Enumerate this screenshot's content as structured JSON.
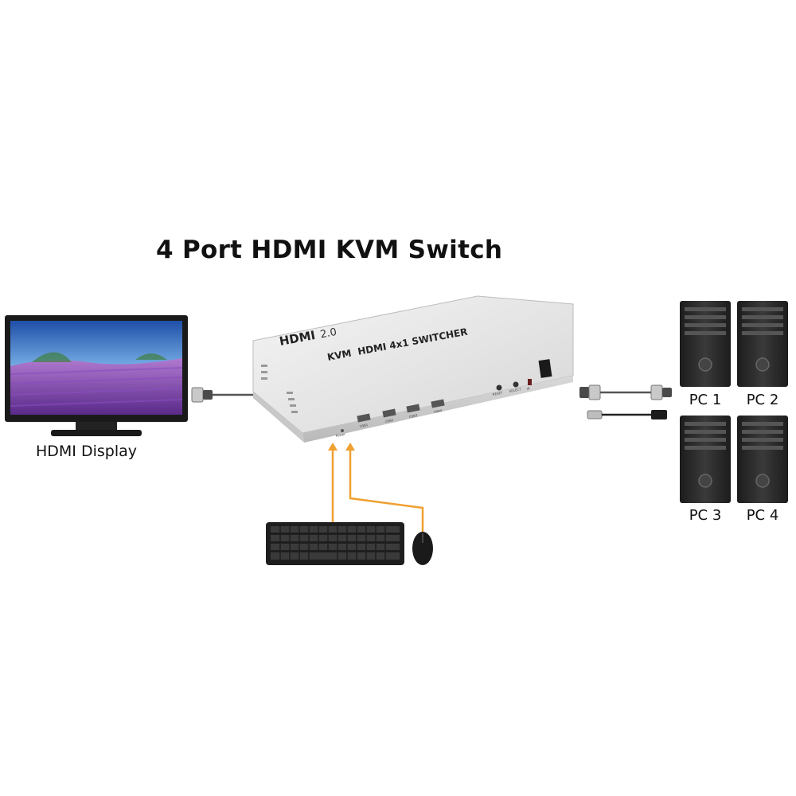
{
  "title": "4 Port HDMI KVM Switch",
  "display": {
    "label": "HDMI Display"
  },
  "switch": {
    "logo": "HDMI",
    "version": "2.0",
    "model": "KVM  HDMI 4x1 SWITCHER",
    "usb_ports": [
      "USB1",
      "USB2",
      "USB3",
      "USB4"
    ],
    "buttons": [
      "RESET",
      "SELECT",
      "IR"
    ],
    "power_label": "Power"
  },
  "computers": [
    {
      "label": "PC 1"
    },
    {
      "label": "PC 2"
    },
    {
      "label": "PC 3"
    },
    {
      "label": "PC 4"
    }
  ],
  "colors": {
    "usb_cable": "#f0a030",
    "hdmi_cable": "#555555",
    "switch_body": "#e6e6e6",
    "pc_body": "#2b2b2b"
  }
}
